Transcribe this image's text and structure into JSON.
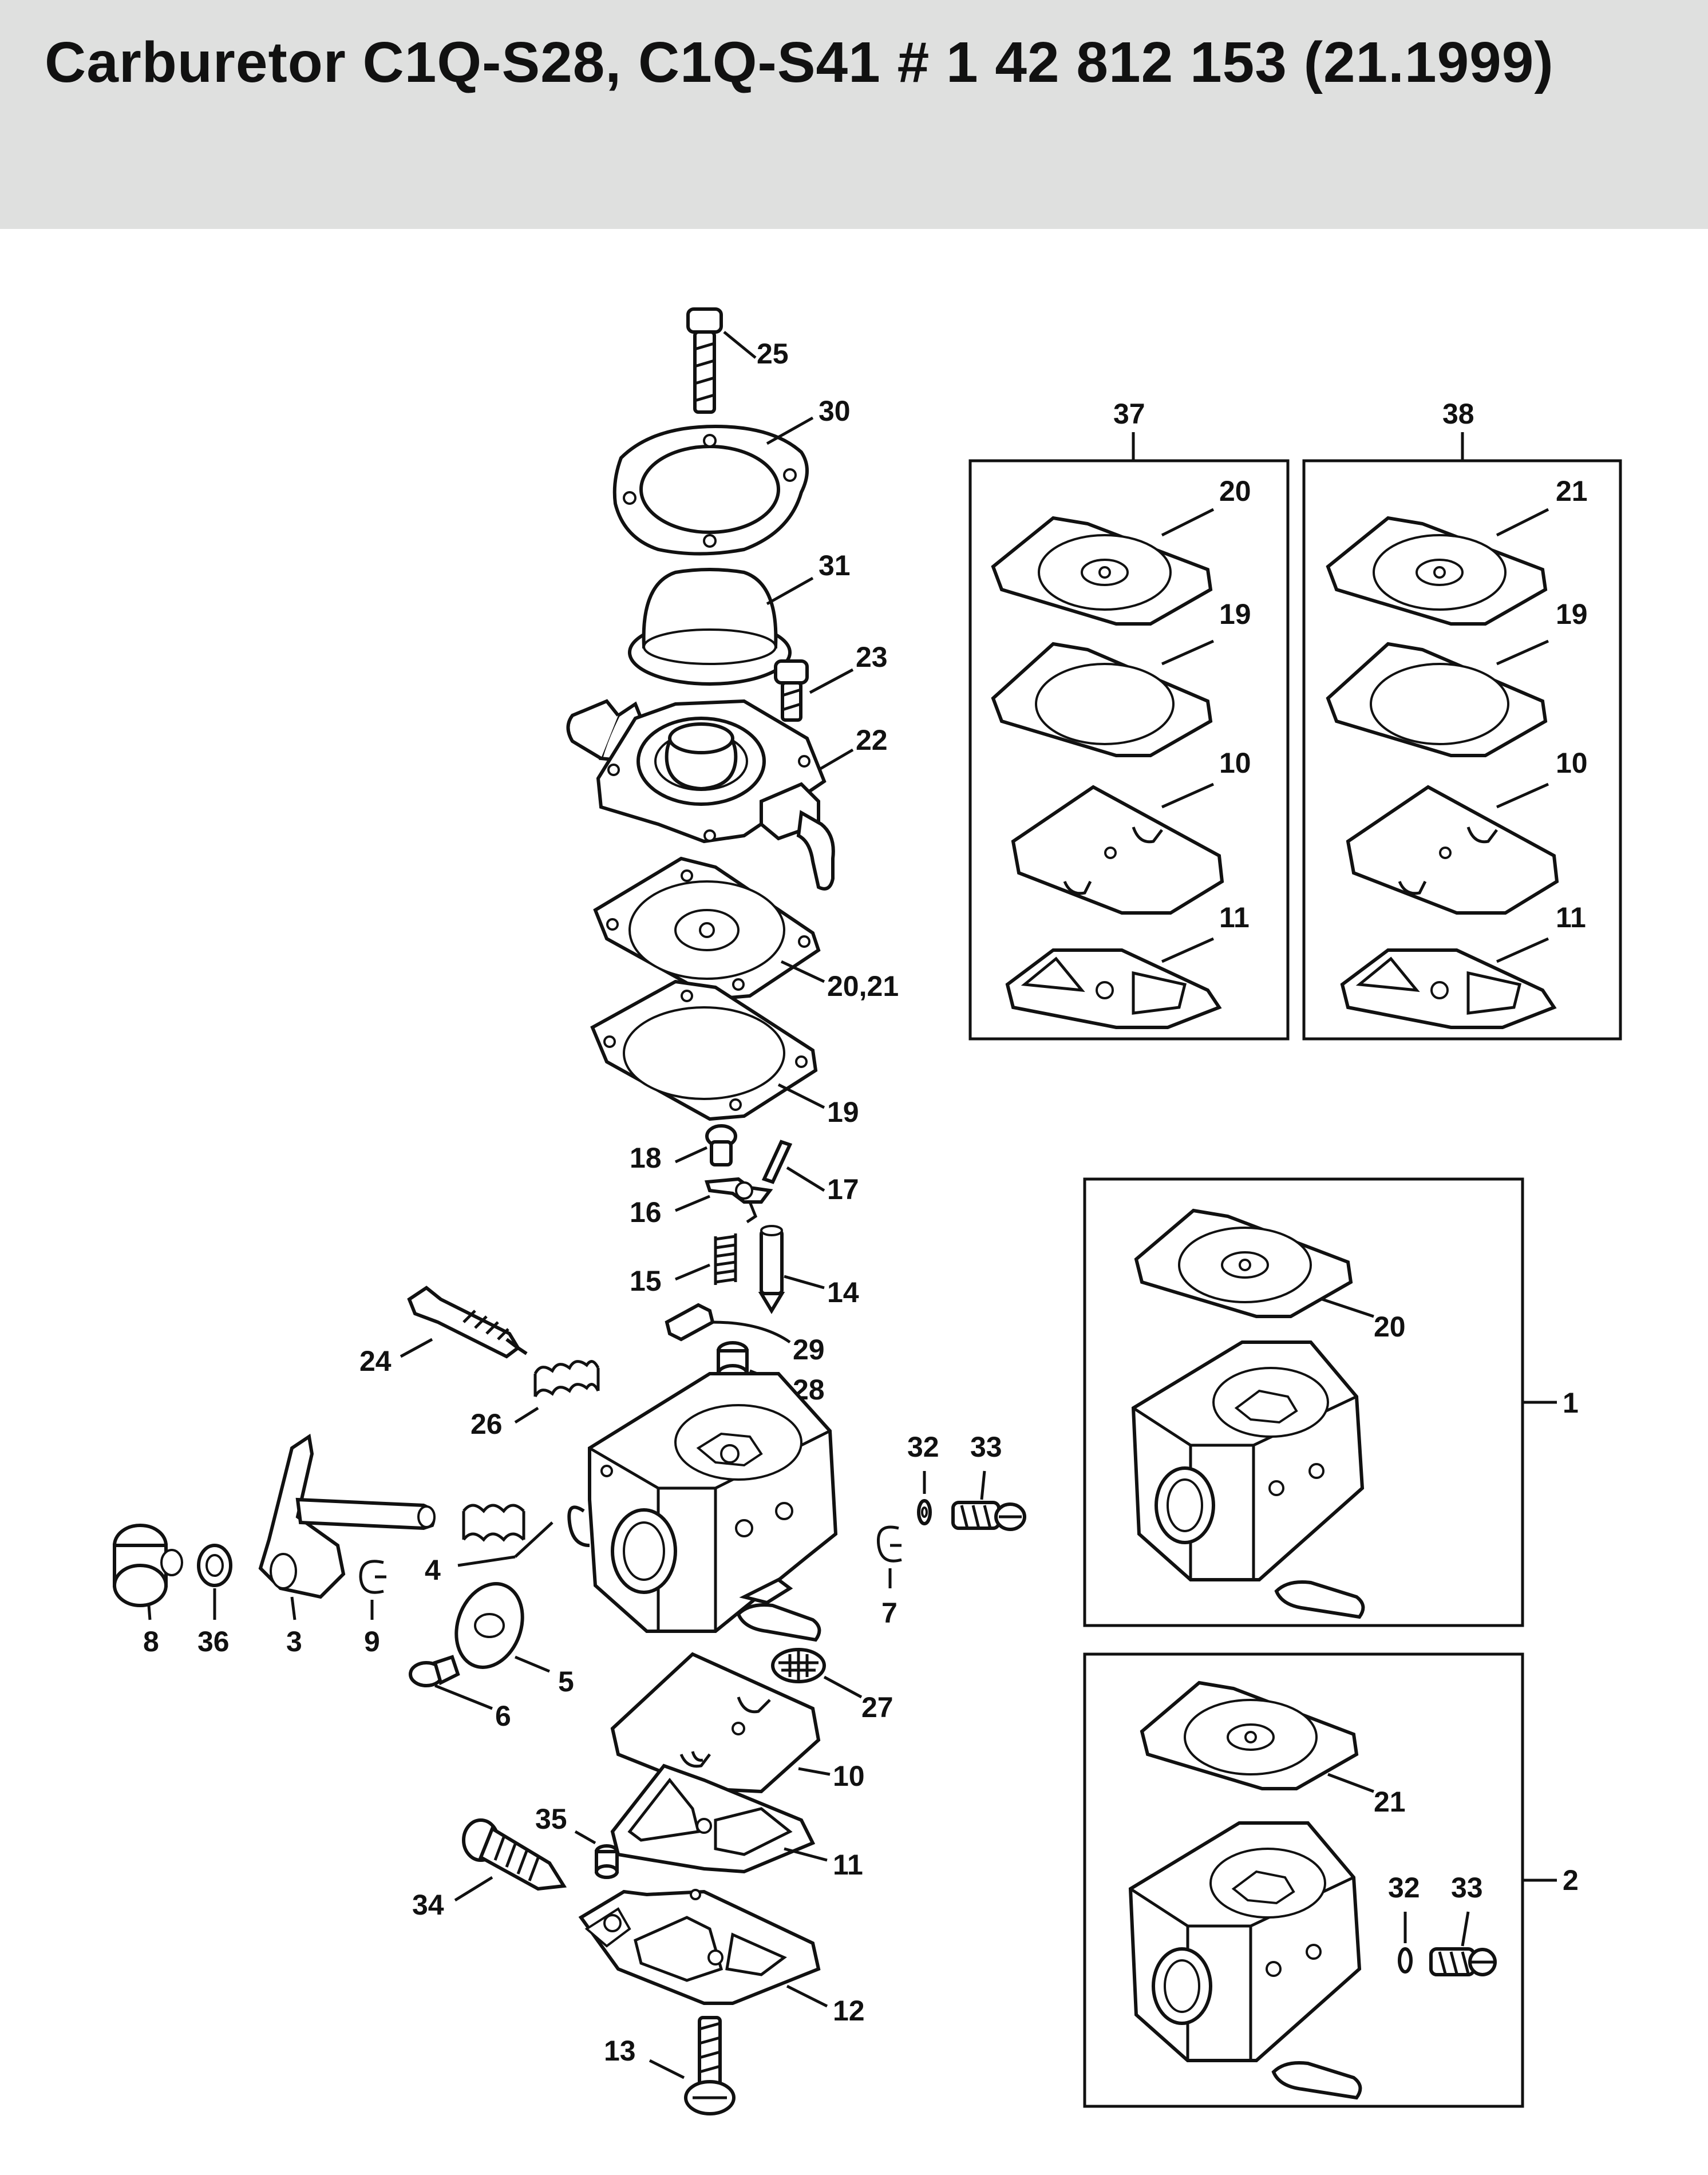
{
  "header": {
    "title": "Carburetor C1Q-S28, C1Q-S41 # 1 42 812 153 (21.1999)"
  },
  "parts": {
    "p25": "25",
    "p30": "30",
    "p31": "31",
    "p23": "23",
    "p22": "22",
    "p2021": "20,21",
    "p19": "19",
    "p18": "18",
    "p17": "17",
    "p16": "16",
    "p15": "15",
    "p14": "14",
    "p29": "29",
    "p28": "28",
    "p24": "24",
    "p26": "26",
    "p4": "4",
    "p3": "3",
    "p8": "8",
    "p36": "36",
    "p9": "9",
    "p5": "5",
    "p6": "6",
    "p7": "7",
    "p32a": "32",
    "p33a": "33",
    "p27": "27",
    "p10": "10",
    "p11": "11",
    "p35": "35",
    "p34": "34",
    "p12": "12",
    "p13": "13"
  },
  "kit37": {
    "label": "37",
    "items": [
      "20",
      "19",
      "10",
      "11"
    ]
  },
  "kit38": {
    "label": "38",
    "items": [
      "21",
      "19",
      "10",
      "11"
    ]
  },
  "assembly1": {
    "label": "1",
    "gasket": "20"
  },
  "assembly2": {
    "label": "2",
    "gasket": "21",
    "washer": "32",
    "screw": "33"
  }
}
